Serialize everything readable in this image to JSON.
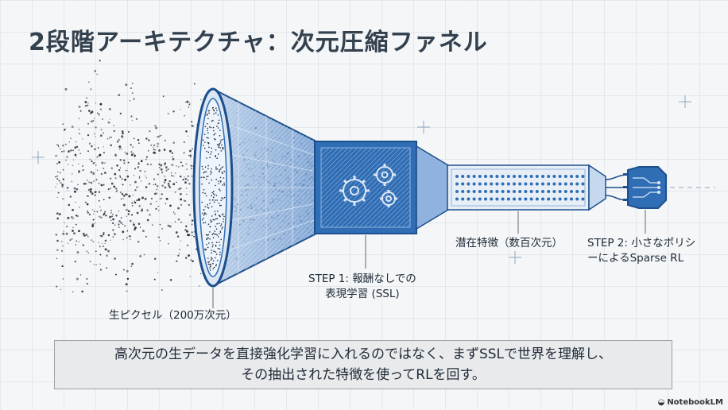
{
  "title": "2段階アーキテクチャ：次元圧縮ファネル",
  "labels": {
    "raw_pixels": "生ピクセル（200万次元）",
    "step1_line1": "STEP 1: 報酬なしでの",
    "step1_line2": "表現学習 (SSL)",
    "latent": "潜在特徴（数百次元）",
    "step2_line1": "STEP 2: 小さなポリシ",
    "step2_line2": "ーによるSparse RL"
  },
  "summary": {
    "line1": "高次元の生データを直接強化学習に入れるのではなく、まずSSLで世界を理解し、",
    "line2": "その抽出された特徴を使ってRLを回す。"
  },
  "brand": {
    "name": "NotebookLM",
    "icon": "notebooklm-icon"
  },
  "colors": {
    "blue": "#2f6db5",
    "dark_blue": "#1d4f8c",
    "light_blue": "#b9cfe8",
    "text": "#1e2a36"
  }
}
